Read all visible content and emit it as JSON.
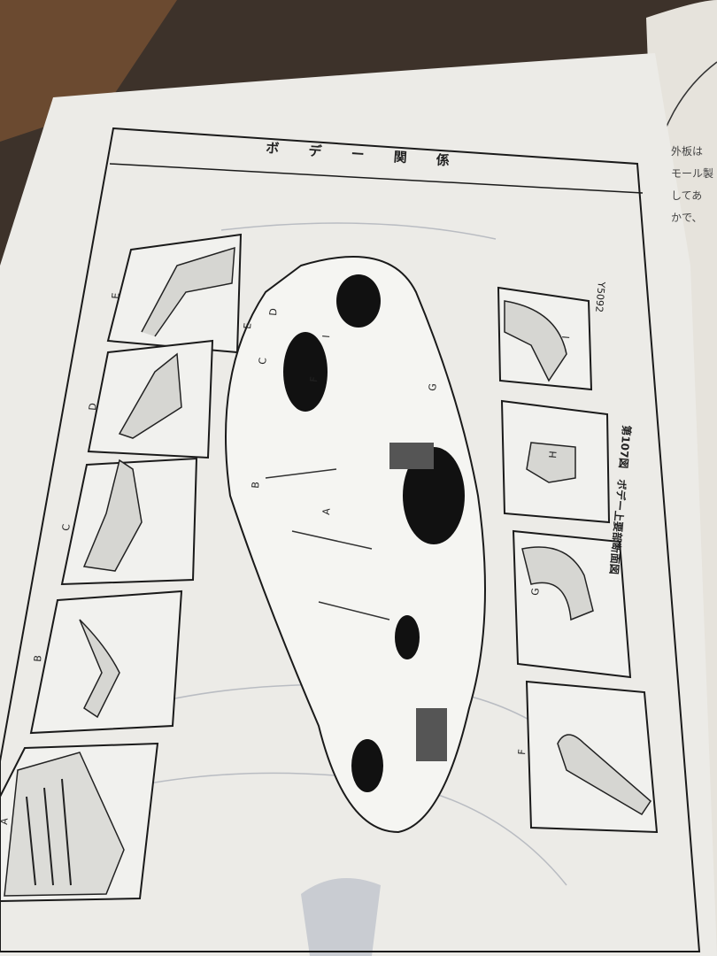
{
  "header": {
    "title": "ボ デ ー 関 係"
  },
  "figure": {
    "caption": "第107図　ボデー上要部断面図",
    "code": "Y5092",
    "left_panels": [
      "E",
      "D",
      "C",
      "B",
      "A"
    ],
    "right_panels": [
      "I",
      "H",
      "G",
      "F"
    ],
    "car_labels": [
      "E",
      "D",
      "C",
      "B",
      "A",
      "F",
      "G",
      "I"
    ]
  },
  "next_page": {
    "lines": [
      "外板は",
      "モール製",
      "してあ",
      "かで、"
    ]
  },
  "colors": {
    "paper": "#eeeeea",
    "ink": "#1a1a1a",
    "background": "#3a2f28"
  }
}
